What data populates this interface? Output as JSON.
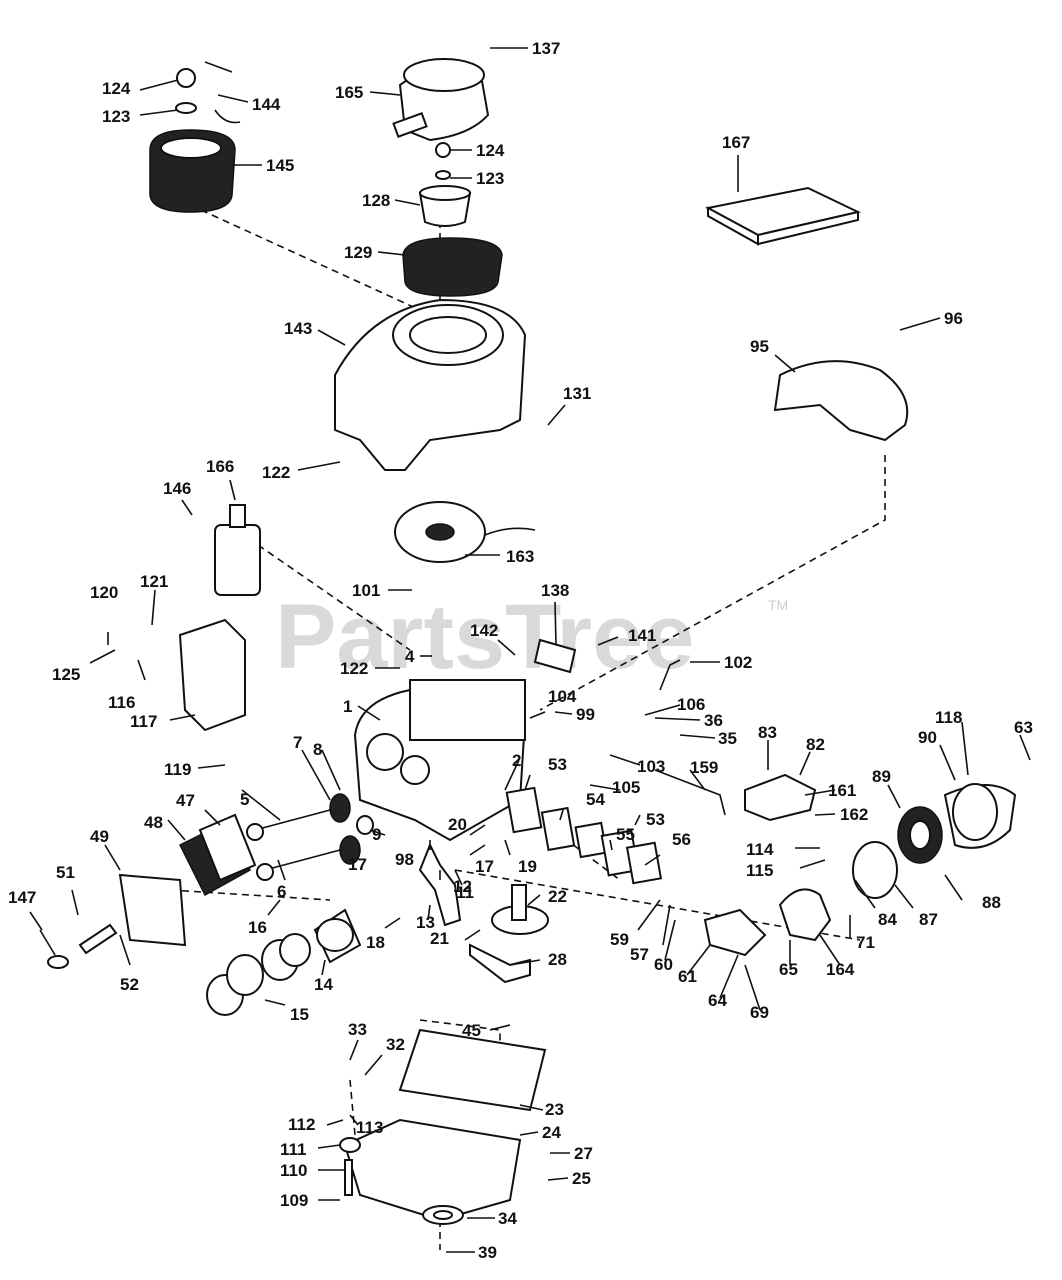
{
  "watermark": {
    "text": "PartsTree",
    "trademark": "TM"
  },
  "callouts": {
    "c137": "137",
    "c124a": "124",
    "c144": "144",
    "c123a": "123",
    "c165": "165",
    "c145": "145",
    "c124b": "124",
    "c123b": "123",
    "c167": "167",
    "c128": "128",
    "c129": "129",
    "c96": "96",
    "c95": "95",
    "c143": "143",
    "c131": "131",
    "c122a": "122",
    "c166": "166",
    "c146": "146",
    "c163": "163",
    "c101": "101",
    "c138": "138",
    "c120": "120",
    "c121": "121",
    "c142": "142",
    "c141": "141",
    "c125": "125",
    "c102": "102",
    "c122b": "122",
    "c4": "4",
    "c116": "116",
    "c117": "117",
    "c104": "104",
    "c99": "99",
    "c106": "106",
    "c1": "1",
    "c36": "36",
    "c35": "35",
    "c83": "83",
    "c82": "82",
    "c118": "118",
    "c63": "63",
    "c119": "119",
    "c2": "2",
    "c103": "103",
    "c90": "90",
    "c89": "89",
    "c7": "7",
    "c8": "8",
    "c53a": "53",
    "c105": "105",
    "c159": "159",
    "c161": "161",
    "c5": "5",
    "c47": "47",
    "c54": "54",
    "c162": "162",
    "c9": "9",
    "c55": "55",
    "c48": "48",
    "c20": "20",
    "c53b": "53",
    "c56": "56",
    "c114": "114",
    "c49": "49",
    "c98": "98",
    "c17a": "17",
    "c19": "19",
    "c115": "115",
    "c6": "6",
    "c17b": "17",
    "c12": "12",
    "c11": "11",
    "c51": "51",
    "c22": "22",
    "c88": "88",
    "c147": "147",
    "c16": "16",
    "c84": "84",
    "c87": "87",
    "c59": "59",
    "c18": "18",
    "c13": "13",
    "c57": "57",
    "c60": "60",
    "c71": "71",
    "c21": "21",
    "c61": "61",
    "c65": "65",
    "c164": "164",
    "c14": "14",
    "c52": "52",
    "c28": "28",
    "c64": "64",
    "c69": "69",
    "c15": "15",
    "c45": "45",
    "c33": "33",
    "c32": "32",
    "c23": "23",
    "c112": "112",
    "c113": "113",
    "c24": "24",
    "c111": "111",
    "c27": "27",
    "c110": "110",
    "c25": "25",
    "c109": "109",
    "c34": "34",
    "c39": "39"
  }
}
